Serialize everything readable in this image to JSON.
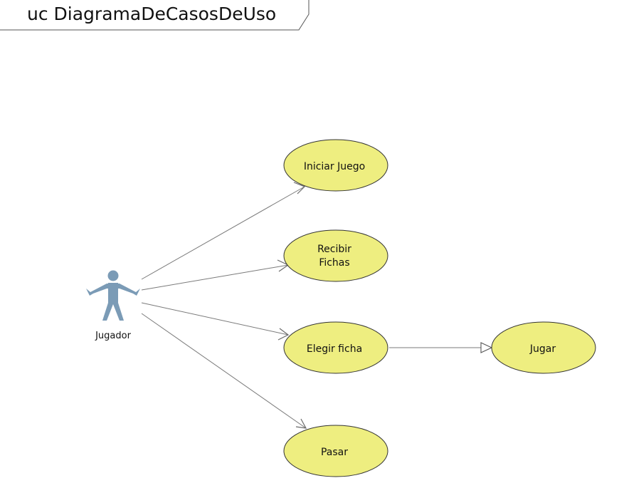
{
  "diagram": {
    "frame_title": "uc DiagramaDeCasosDeUso",
    "actor": {
      "name": "Jugador",
      "icon": "stick-figure-actor-icon",
      "color": "#7b9bb6"
    },
    "use_cases": [
      {
        "id": "iniciar",
        "lines": [
          "Iniciar Juego"
        ]
      },
      {
        "id": "recibir",
        "lines": [
          "Recibir",
          "Fichas"
        ]
      },
      {
        "id": "elegir",
        "lines": [
          "Elegir ficha"
        ]
      },
      {
        "id": "jugar",
        "lines": [
          "Jugar"
        ]
      },
      {
        "id": "pasar",
        "lines": [
          "Pasar"
        ]
      }
    ],
    "relations": [
      {
        "from": "Jugador",
        "to": "Iniciar Juego",
        "kind": "association"
      },
      {
        "from": "Jugador",
        "to": "Recibir Fichas",
        "kind": "association"
      },
      {
        "from": "Jugador",
        "to": "Elegir ficha",
        "kind": "association"
      },
      {
        "from": "Jugador",
        "to": "Pasar",
        "kind": "association"
      },
      {
        "from": "Elegir ficha",
        "to": "Jugar",
        "kind": "generalization"
      }
    ],
    "colors": {
      "use_case_fill": "#eeee80",
      "outline": "#333333",
      "line": "#7a7a7a"
    }
  }
}
